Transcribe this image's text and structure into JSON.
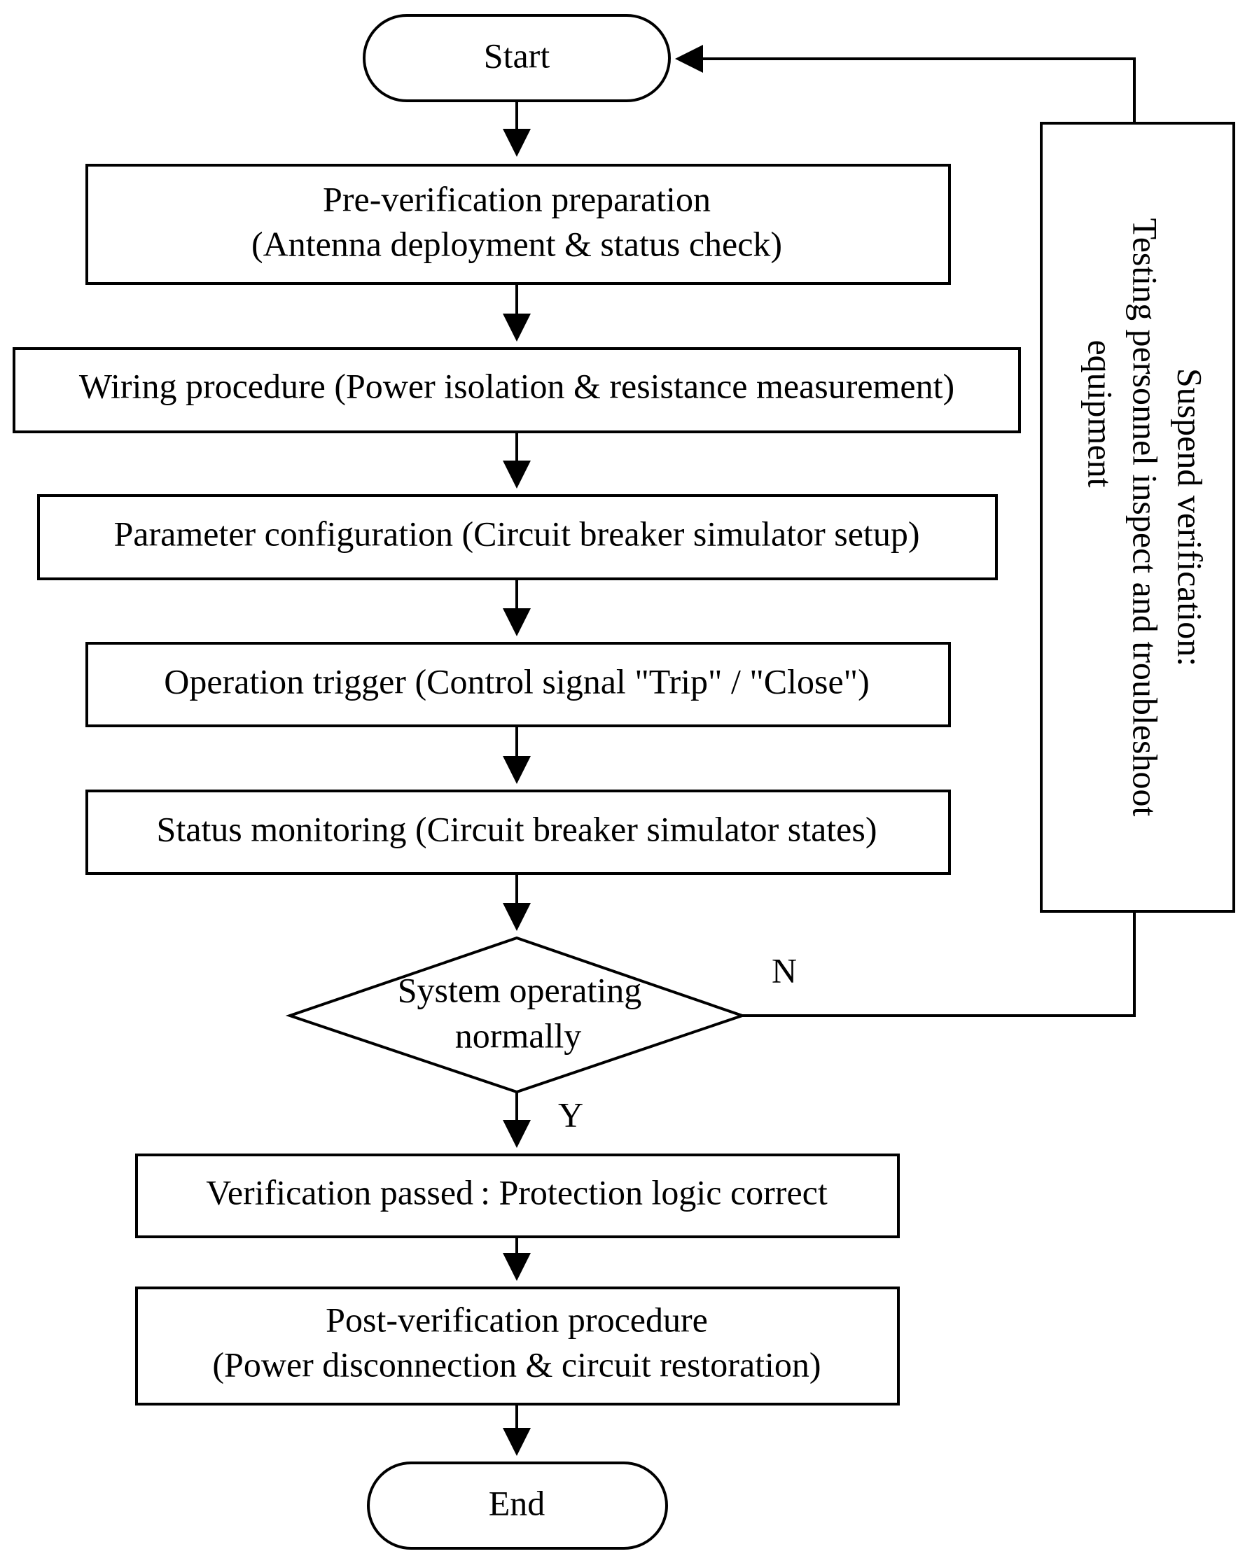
{
  "nodes": {
    "start": {
      "text": "Start"
    },
    "preparation": {
      "line1": "Pre-verification preparation",
      "line2": "(Antenna deployment & status check)"
    },
    "wiring": {
      "text": "Wiring procedure (Power isolation & resistance measurement)"
    },
    "parameter": {
      "text": "Parameter configuration (Circuit breaker simulator setup)"
    },
    "trigger": {
      "text": "Operation trigger (Control signal \"Trip\" / \"Close\")"
    },
    "monitoring": {
      "text": "Status monitoring (Circuit breaker simulator states)"
    },
    "decision": {
      "line1": "System operating",
      "line2": "normally"
    },
    "passed": {
      "text": "Verification passed : Protection logic correct"
    },
    "post": {
      "line1": "Post-verification procedure",
      "line2": "(Power disconnection & circuit restoration)"
    },
    "end": {
      "text": "End"
    },
    "suspend": {
      "line1": "Suspend verification:",
      "line2": "Testing personnel inspect and troubleshoot",
      "line3": "equipment"
    }
  },
  "edges": {
    "no_label": "N",
    "yes_label": "Y"
  }
}
